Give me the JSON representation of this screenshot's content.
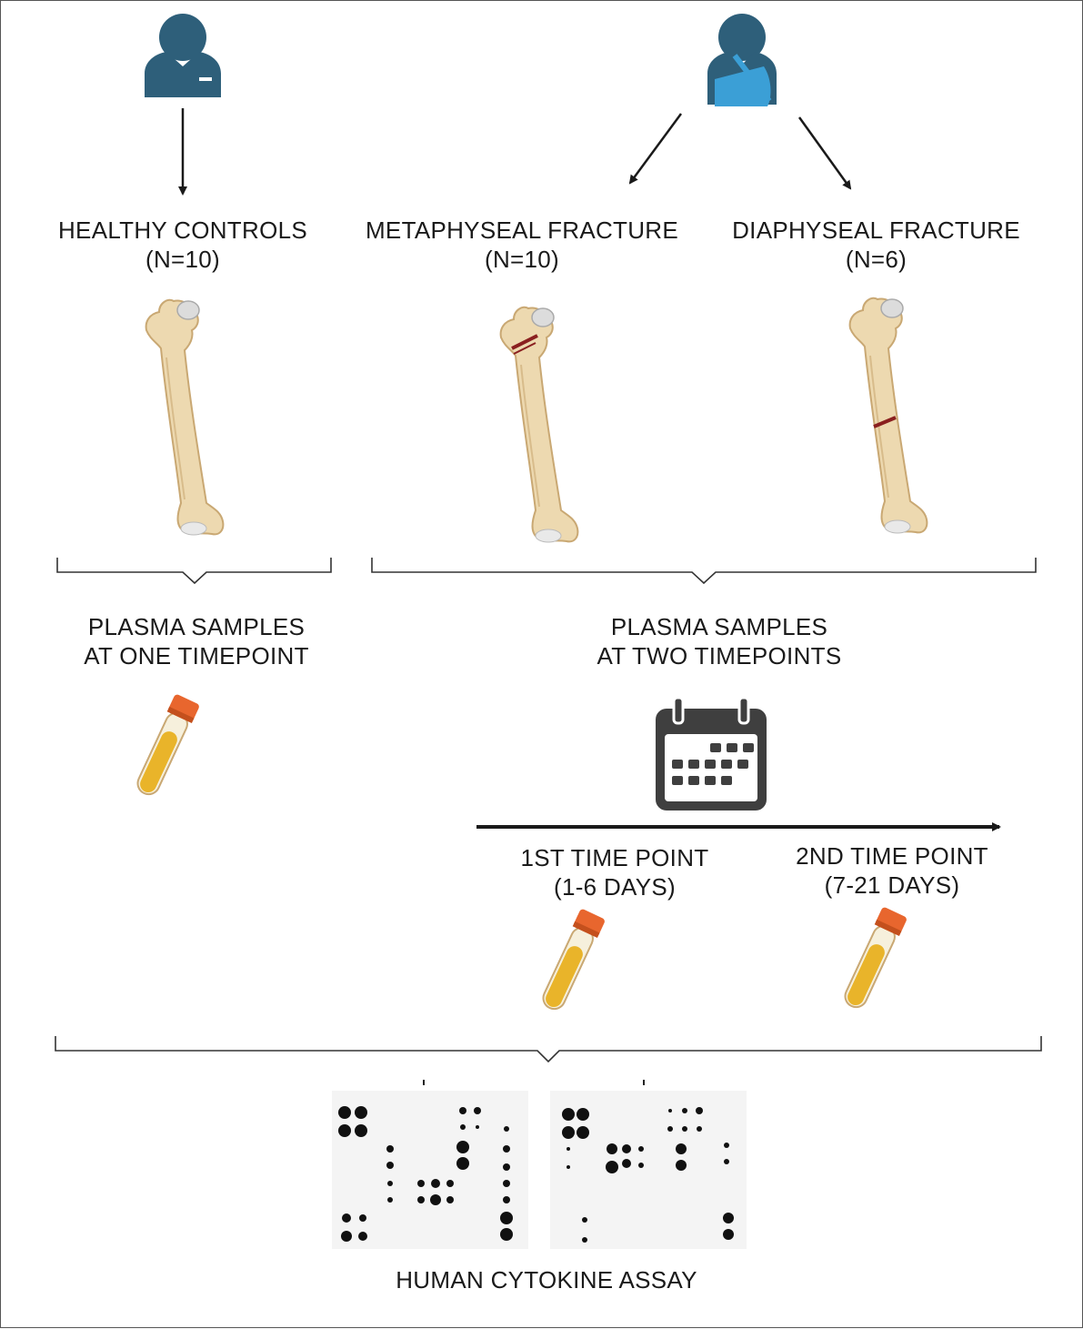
{
  "groups": {
    "healthy": {
      "name": "HEALTHY CONTROLS",
      "n": "(N=10)"
    },
    "metaphyseal": {
      "name": "METAPHYSEAL FRACTURE",
      "n": "(N=10)"
    },
    "diaphyseal": {
      "name": "DIAPHYSEAL FRACTURE",
      "n": "(N=6)"
    }
  },
  "sampling": {
    "one": {
      "line1": "PLASMA SAMPLES",
      "line2": "AT ONE TIMEPOINT"
    },
    "two": {
      "line1": "PLASMA SAMPLES",
      "line2": "AT TWO TIMEPOINTS"
    }
  },
  "timepoints": {
    "first": {
      "line1": "1ST  TIME POINT",
      "line2": "(1-6 DAYS)"
    },
    "second": {
      "line1": "2ND TIME POINT",
      "line2": "(7-21 DAYS)"
    }
  },
  "assay": {
    "label": "HUMAN CYTOKINE ASSAY"
  },
  "icons": [
    "healthy-person-icon",
    "injured-person-icon",
    "femur-icon",
    "blood-tube-icon",
    "calendar-icon",
    "cytokine-array-blot"
  ],
  "colors": {
    "person": "#2e5f7a",
    "sling": "#3b9fd6",
    "bone": "#edd9b0",
    "bone_outline": "#c9a873",
    "fracture": "#8a1f1f",
    "tube_cap": "#e8662e",
    "tube_fluid": "#e9b42a",
    "calendar": "#3f3f3f"
  }
}
